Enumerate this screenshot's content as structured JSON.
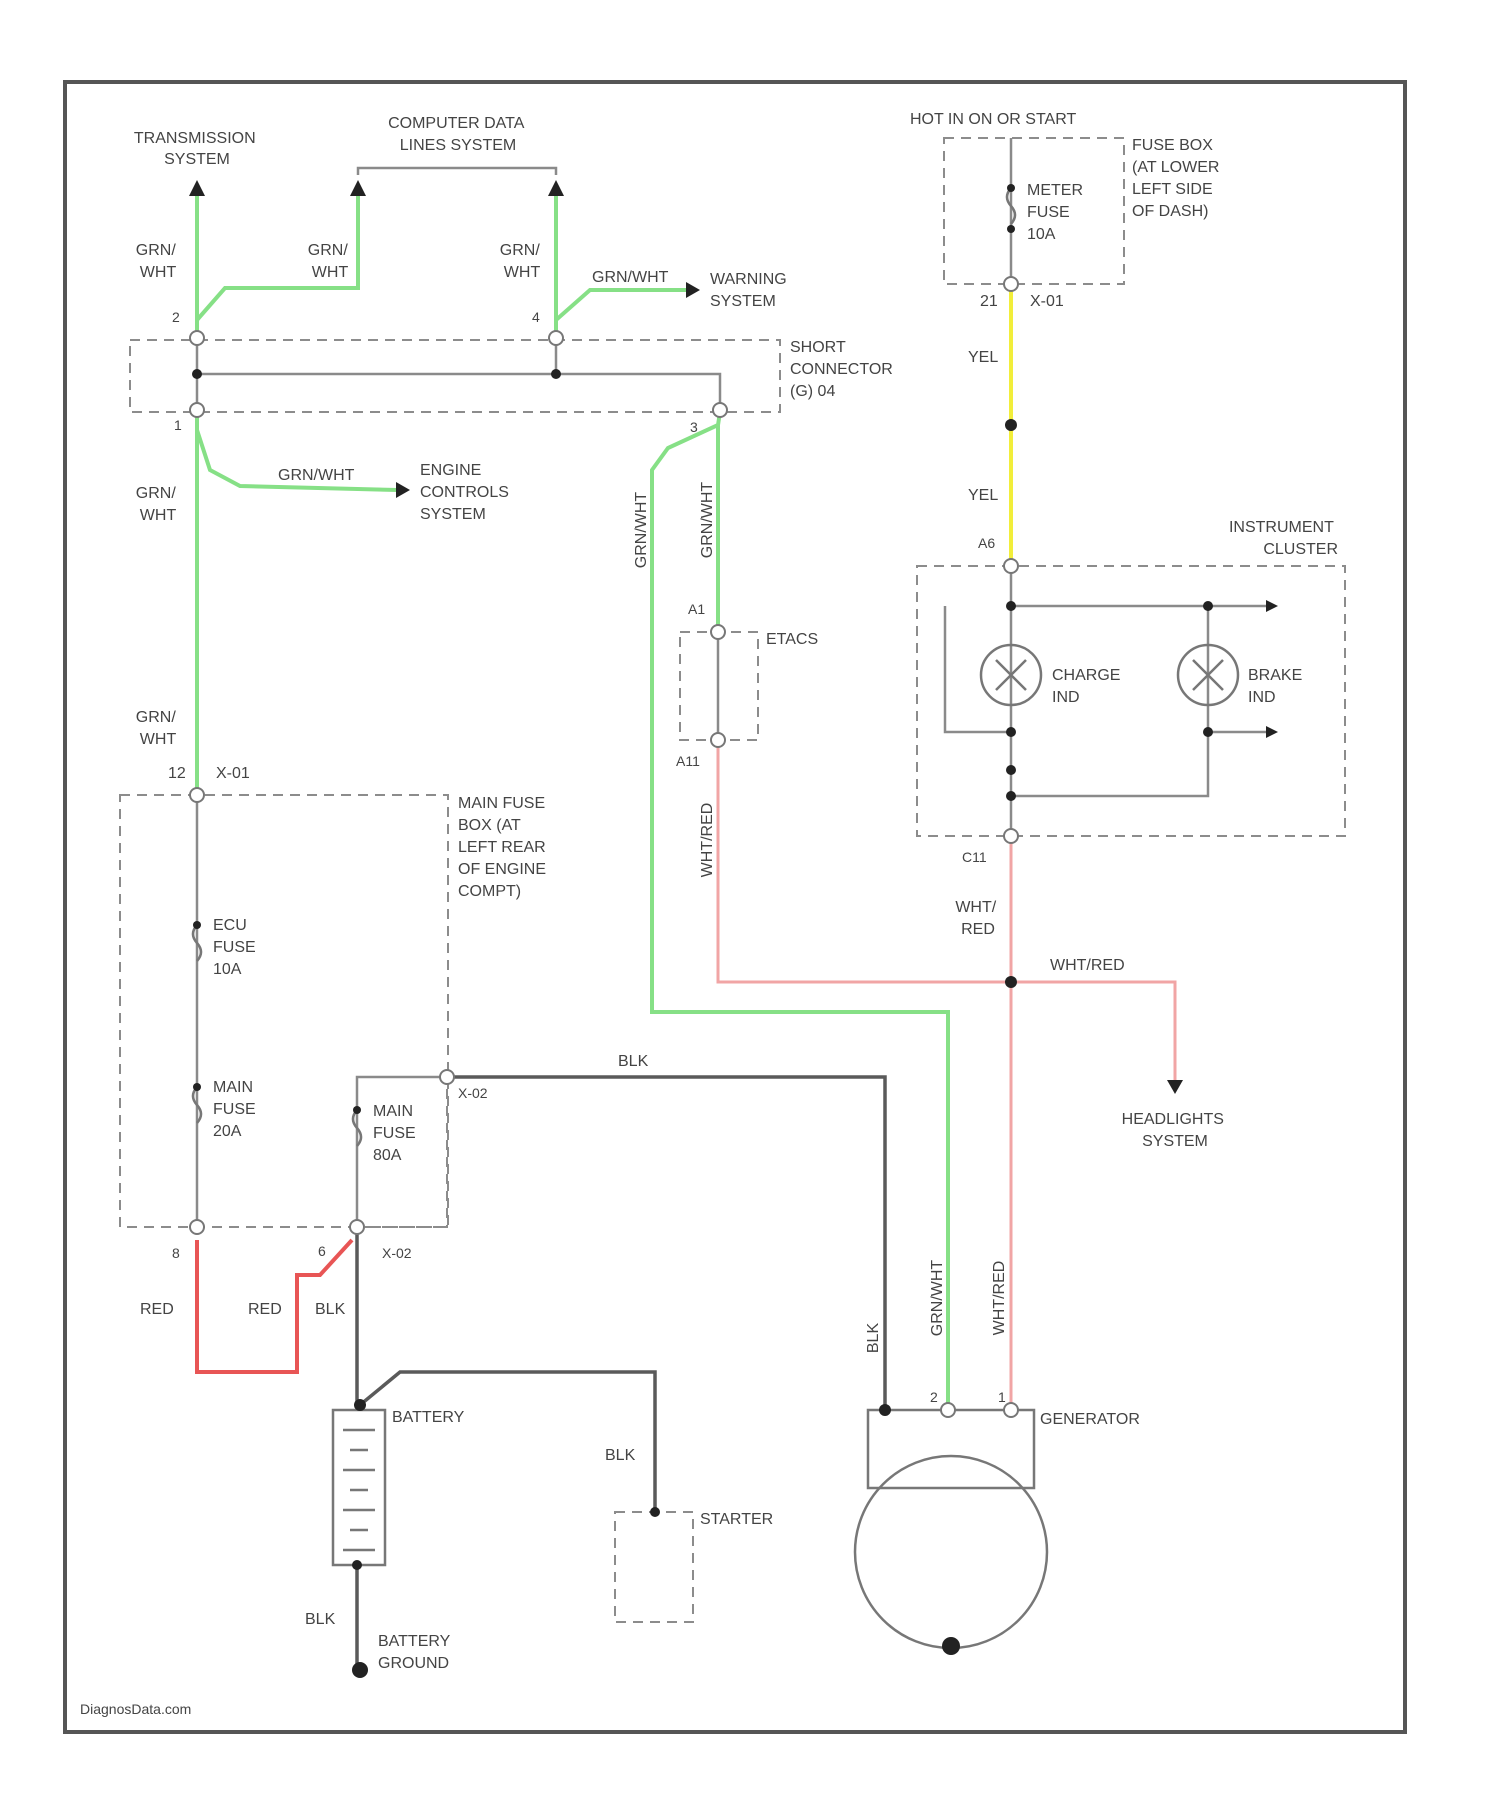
{
  "labels": {
    "transmission_system": [
      "TRANSMISSION",
      "SYSTEM"
    ],
    "computer_data_lines": [
      "COMPUTER DATA",
      "LINES SYSTEM"
    ],
    "hot_in_on_or_start": "HOT IN ON OR START",
    "fuse_box_dash": [
      "FUSE BOX",
      "(AT LOWER",
      "LEFT SIDE",
      "OF DASH)"
    ],
    "meter_fuse": [
      "METER",
      "FUSE",
      "10A"
    ],
    "conn_x01_21": [
      "21",
      "X-01"
    ],
    "grn_wht": [
      "GRN/",
      "WHT"
    ],
    "grn_wht_inline": "GRN/WHT",
    "warning_system": [
      "WARNING",
      "SYSTEM"
    ],
    "pin_2": "2",
    "pin_4": "4",
    "pin_1": "1",
    "pin_3": "3",
    "short_connector": [
      "SHORT",
      "CONNECTOR",
      "(G) 04"
    ],
    "yel": "YEL",
    "engine_controls": [
      "ENGINE",
      "CONTROLS",
      "SYSTEM"
    ],
    "instrument_cluster": [
      "INSTRUMENT",
      "CLUSTER"
    ],
    "a6": "A6",
    "a1": "A1",
    "a11": "A11",
    "etacs": "ETACS",
    "charge_ind": [
      "CHARGE",
      "IND"
    ],
    "brake_ind": [
      "BRAKE",
      "IND"
    ],
    "c11": "C11",
    "conn_x01_12": [
      "12",
      "X-01"
    ],
    "main_fuse_box": [
      "MAIN FUSE",
      "BOX (AT",
      "LEFT REAR",
      "OF ENGINE",
      "COMPT)"
    ],
    "wht_red": "WHT/RED",
    "wht_red_stack": [
      "WHT/",
      "RED"
    ],
    "ecu_fuse": [
      "ECU",
      "FUSE",
      "10A"
    ],
    "main_fuse_20": [
      "MAIN",
      "FUSE",
      "20A"
    ],
    "main_fuse_80": [
      "MAIN",
      "FUSE",
      "80A"
    ],
    "blk": "BLK",
    "x02": "X-02",
    "headlights": [
      "HEADLIGHTS",
      "SYSTEM"
    ],
    "red": "RED",
    "pin_8": "8",
    "pin_6": "6",
    "battery": "BATTERY",
    "generator": "GENERATOR",
    "starter": "STARTER",
    "battery_ground": [
      "BATTERY",
      "GROUND"
    ],
    "footer": "DiagnosData.com"
  }
}
